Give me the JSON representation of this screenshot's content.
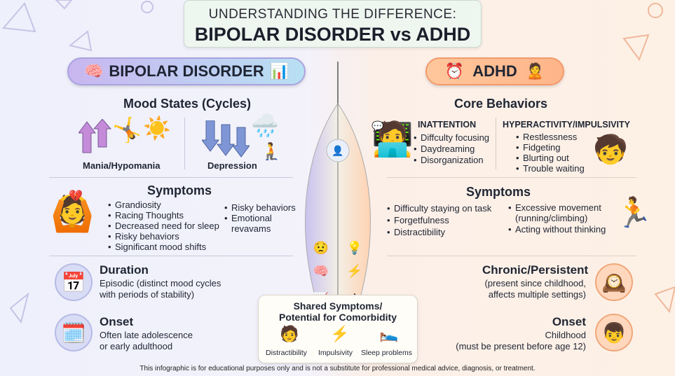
{
  "title": {
    "line1": "UNDERSTANDING THE DIFFERENCE:",
    "line2": "BIPOLAR DISORDER vs ADHD"
  },
  "bipolar": {
    "header": "BIPOLAR DISORDER",
    "mood_title": "Mood States (Cycles)",
    "mania_label": "Mania/Hypomania",
    "depression_label": "Depression",
    "symptoms_title": "Symptoms",
    "symptoms_col1": [
      "Grandiosity",
      "Racing Thoughts",
      "Decreased need for sleep",
      "Risky behaviors",
      "Significant mood shifts"
    ],
    "symptoms_col2": [
      "Risky behaviors",
      "Emotional revavams"
    ],
    "duration_title": "Duration",
    "duration_text": [
      "Episodic (distinct mood cycles",
      "with periods of stability)"
    ],
    "onset_title": "Onset",
    "onset_text": [
      "Often late adolescence",
      "or early adulthood"
    ]
  },
  "adhd": {
    "header": "ADHD",
    "core_title": "Core Behaviors",
    "inattention_title": "INATTENTION",
    "inattention_items": [
      "Diffculty focusing",
      "Daydreaming",
      "Disorganization"
    ],
    "hyper_title": "HYPERACTIVITY/IMPULSIVITY",
    "hyper_items": [
      "Restlessness",
      "Fidgeting",
      "Blurting out",
      "Trouble waiting"
    ],
    "symptoms_title": "Symptoms",
    "symptoms_col1": [
      "Difficulty staying on task",
      "Forgetfulness",
      "Distractibility"
    ],
    "symptoms_col2": [
      "Excessive movement",
      "(running/climbing)",
      "Acting without thinking"
    ],
    "chronic_title": "Chronic/Persistent",
    "chronic_text": [
      "(present since childhood,",
      "affects multiple settings)"
    ],
    "onset_title": "Onset",
    "onset_text": [
      "Childhood",
      "(must be present before age 12)"
    ]
  },
  "shared": {
    "title_line1": "Shared Symptoms/",
    "title_line2": "Potential for Comorbidity",
    "items": [
      "Distractibility",
      "Impulsivity",
      "Sleep problems"
    ]
  },
  "disclaimer": "This infographic is for educational purposes only and is not a substitute for professional medical advice, diagnosis, or treatment.",
  "colors": {
    "bipolar_accent": "#b9b3ea",
    "adhd_accent": "#ffb489",
    "arrow_up": "#c48bd9",
    "arrow_down": "#7f96d6"
  }
}
